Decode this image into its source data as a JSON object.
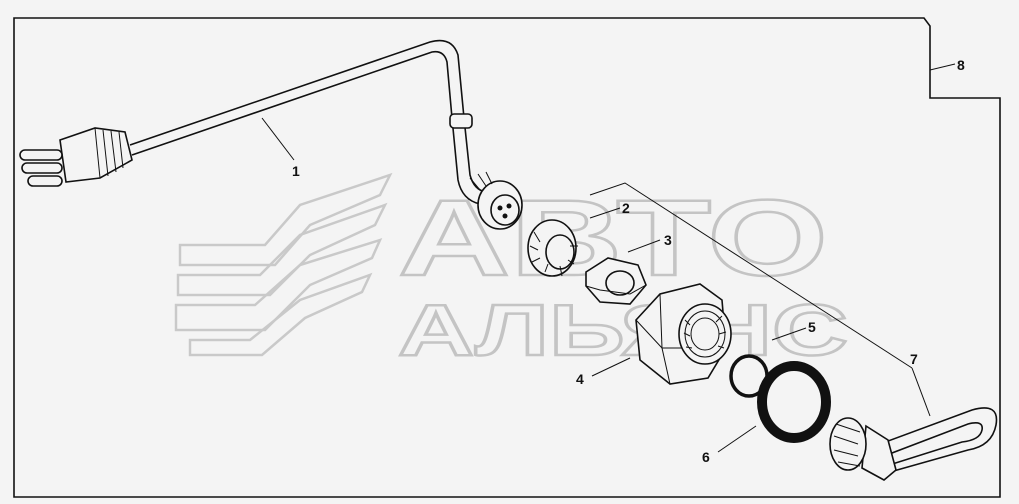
{
  "watermark": {
    "line1": "АВТО",
    "line2": "АЛЬЯНС"
  },
  "callouts": [
    {
      "id": "1",
      "label": "1"
    },
    {
      "id": "2",
      "label": "2"
    },
    {
      "id": "3",
      "label": "3"
    },
    {
      "id": "4",
      "label": "4"
    },
    {
      "id": "5",
      "label": "5"
    },
    {
      "id": "6",
      "label": "6"
    },
    {
      "id": "7",
      "label": "7"
    },
    {
      "id": "8",
      "label": "8"
    }
  ]
}
